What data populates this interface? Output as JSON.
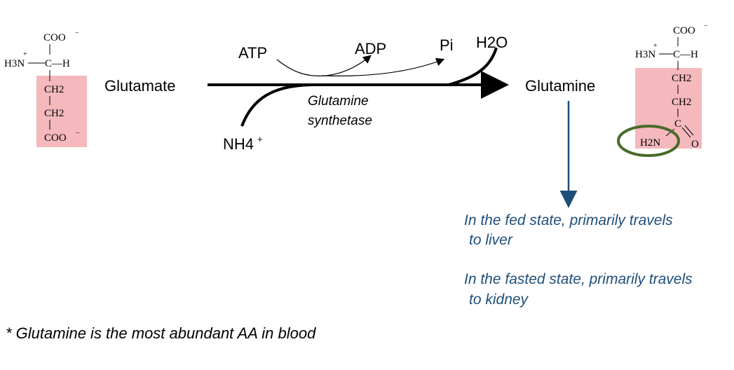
{
  "colors": {
    "highlight": "#f4b8bd",
    "note_text": "#1f4e79",
    "circle": "#4a6b2a",
    "arrow_down": "#1f4e79"
  },
  "glutamate": {
    "name": "Glutamate",
    "structure": {
      "top_group": "COO",
      "amine": "H3N",
      "alpha_h": "C—H",
      "ch2_1": "CH2",
      "ch2_2": "CH2",
      "bottom_group": "COO"
    }
  },
  "glutamine": {
    "name": "Glutamine",
    "structure": {
      "top_group": "COO",
      "amine": "H3N",
      "alpha_h": "C—H",
      "ch2_1": "CH2",
      "ch2_2": "CH2",
      "carbon": "C",
      "amide_n": "H2N",
      "oxygen": "O"
    }
  },
  "reaction": {
    "atp": "ATP",
    "adp": "ADP",
    "pi": "Pi",
    "h2o": "H2O",
    "nh4": "NH4",
    "enzyme_line1": "Glutamine",
    "enzyme_line2": "synthetase"
  },
  "notes": {
    "fed_line1": "In the fed state, primarily travels",
    "fed_line2": "to liver",
    "fasted_line1": "In the fasted state, primarily travels",
    "fasted_line2": "to kidney"
  },
  "footnote": "* Glutamine is the most abundant AA in blood"
}
